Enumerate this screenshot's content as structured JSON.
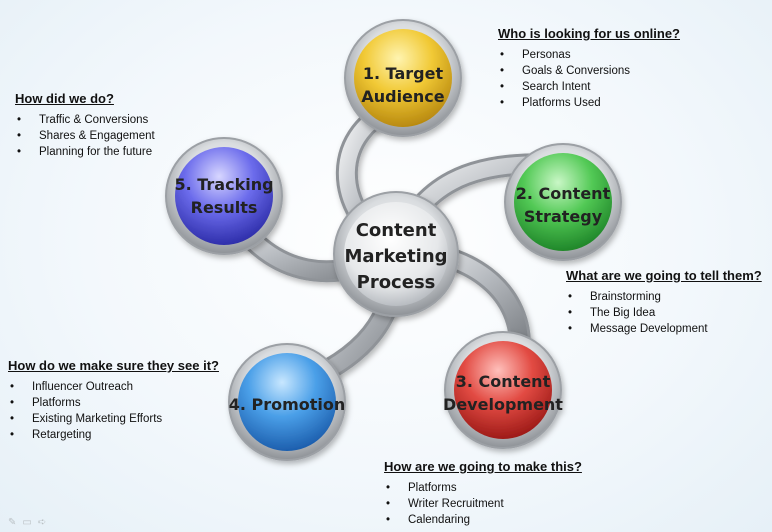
{
  "center": {
    "line1": "Content",
    "line2": "Marketing",
    "line3": "Process"
  },
  "nodes": [
    {
      "id": "target",
      "line1": "1. Target",
      "line2": "Audience",
      "color": "#e8b825"
    },
    {
      "id": "strategy",
      "line1": "2. Content",
      "line2": "Strategy",
      "color": "#45c05a"
    },
    {
      "id": "development",
      "line1": "3. Content",
      "line2": "Development",
      "color": "#d63a3a"
    },
    {
      "id": "promotion",
      "line1": "4. Promotion",
      "line2": "",
      "color": "#3f8fe0"
    },
    {
      "id": "tracking",
      "line1": "5. Tracking",
      "line2": "Results",
      "color": "#5f5fe6"
    }
  ],
  "blocks": {
    "target": {
      "heading": "Who is looking for us online?",
      "items": [
        "Personas",
        "Goals & Conversions",
        "Search Intent",
        "Platforms Used"
      ]
    },
    "strategy": {
      "heading": "What are we going to tell them?",
      "items": [
        "Brainstorming",
        "The Big Idea",
        "Message Development"
      ]
    },
    "development": {
      "heading": "How are we going to make this?",
      "items": [
        "Platforms",
        "Writer Recruitment",
        "Calendaring"
      ]
    },
    "promotion": {
      "heading": "How do we make sure they see it?",
      "items": [
        "Influencer Outreach",
        "Platforms",
        "Existing Marketing Efforts",
        "Retargeting"
      ]
    },
    "tracking": {
      "heading": "How did we do?",
      "items": [
        "Traffic & Conversions",
        "Shares & Engagement",
        "Planning for the future"
      ]
    }
  }
}
